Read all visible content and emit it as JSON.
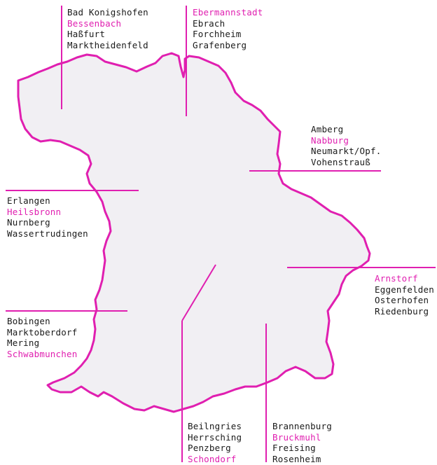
{
  "colors": {
    "accent": "#e01fb0",
    "region_fill": "#f1eff3",
    "text": "#1a1a1a",
    "background": "#ffffff"
  },
  "groups": {
    "north_west": {
      "highlight_index": 1,
      "towns": [
        "Bad Konigshofen",
        "Bessenbach",
        "Haßfurt",
        "Marktheidenfeld"
      ]
    },
    "north_central": {
      "highlight_index": 0,
      "towns": [
        "Ebermannstadt",
        "Ebrach",
        "Forchheim",
        "Grafenberg"
      ]
    },
    "north_east": {
      "highlight_index": 1,
      "towns": [
        "Amberg",
        "Nabburg",
        "Neumarkt/Opf.",
        "Vohenstrauß"
      ]
    },
    "west": {
      "highlight_index": 1,
      "towns": [
        "Erlangen",
        "Heilsbronn",
        "Nurnberg",
        "Wassertrudingen"
      ]
    },
    "east": {
      "highlight_index": 0,
      "towns": [
        "Arnstorf",
        "Eggenfelden",
        "Osterhofen",
        "Riedenburg"
      ]
    },
    "south_west": {
      "highlight_index": 3,
      "towns": [
        "Bobingen",
        "Marktoberdorf",
        "Mering",
        "Schwabmunchen"
      ]
    },
    "south_central": {
      "highlight_index": 3,
      "towns": [
        "Beilngries",
        "Herrsching",
        "Penzberg",
        "Schondorf"
      ]
    },
    "south_east": {
      "highlight_index": 1,
      "towns": [
        "Brannenburg",
        "Bruckmuhl",
        "Freising",
        "Rosenheim"
      ]
    }
  }
}
